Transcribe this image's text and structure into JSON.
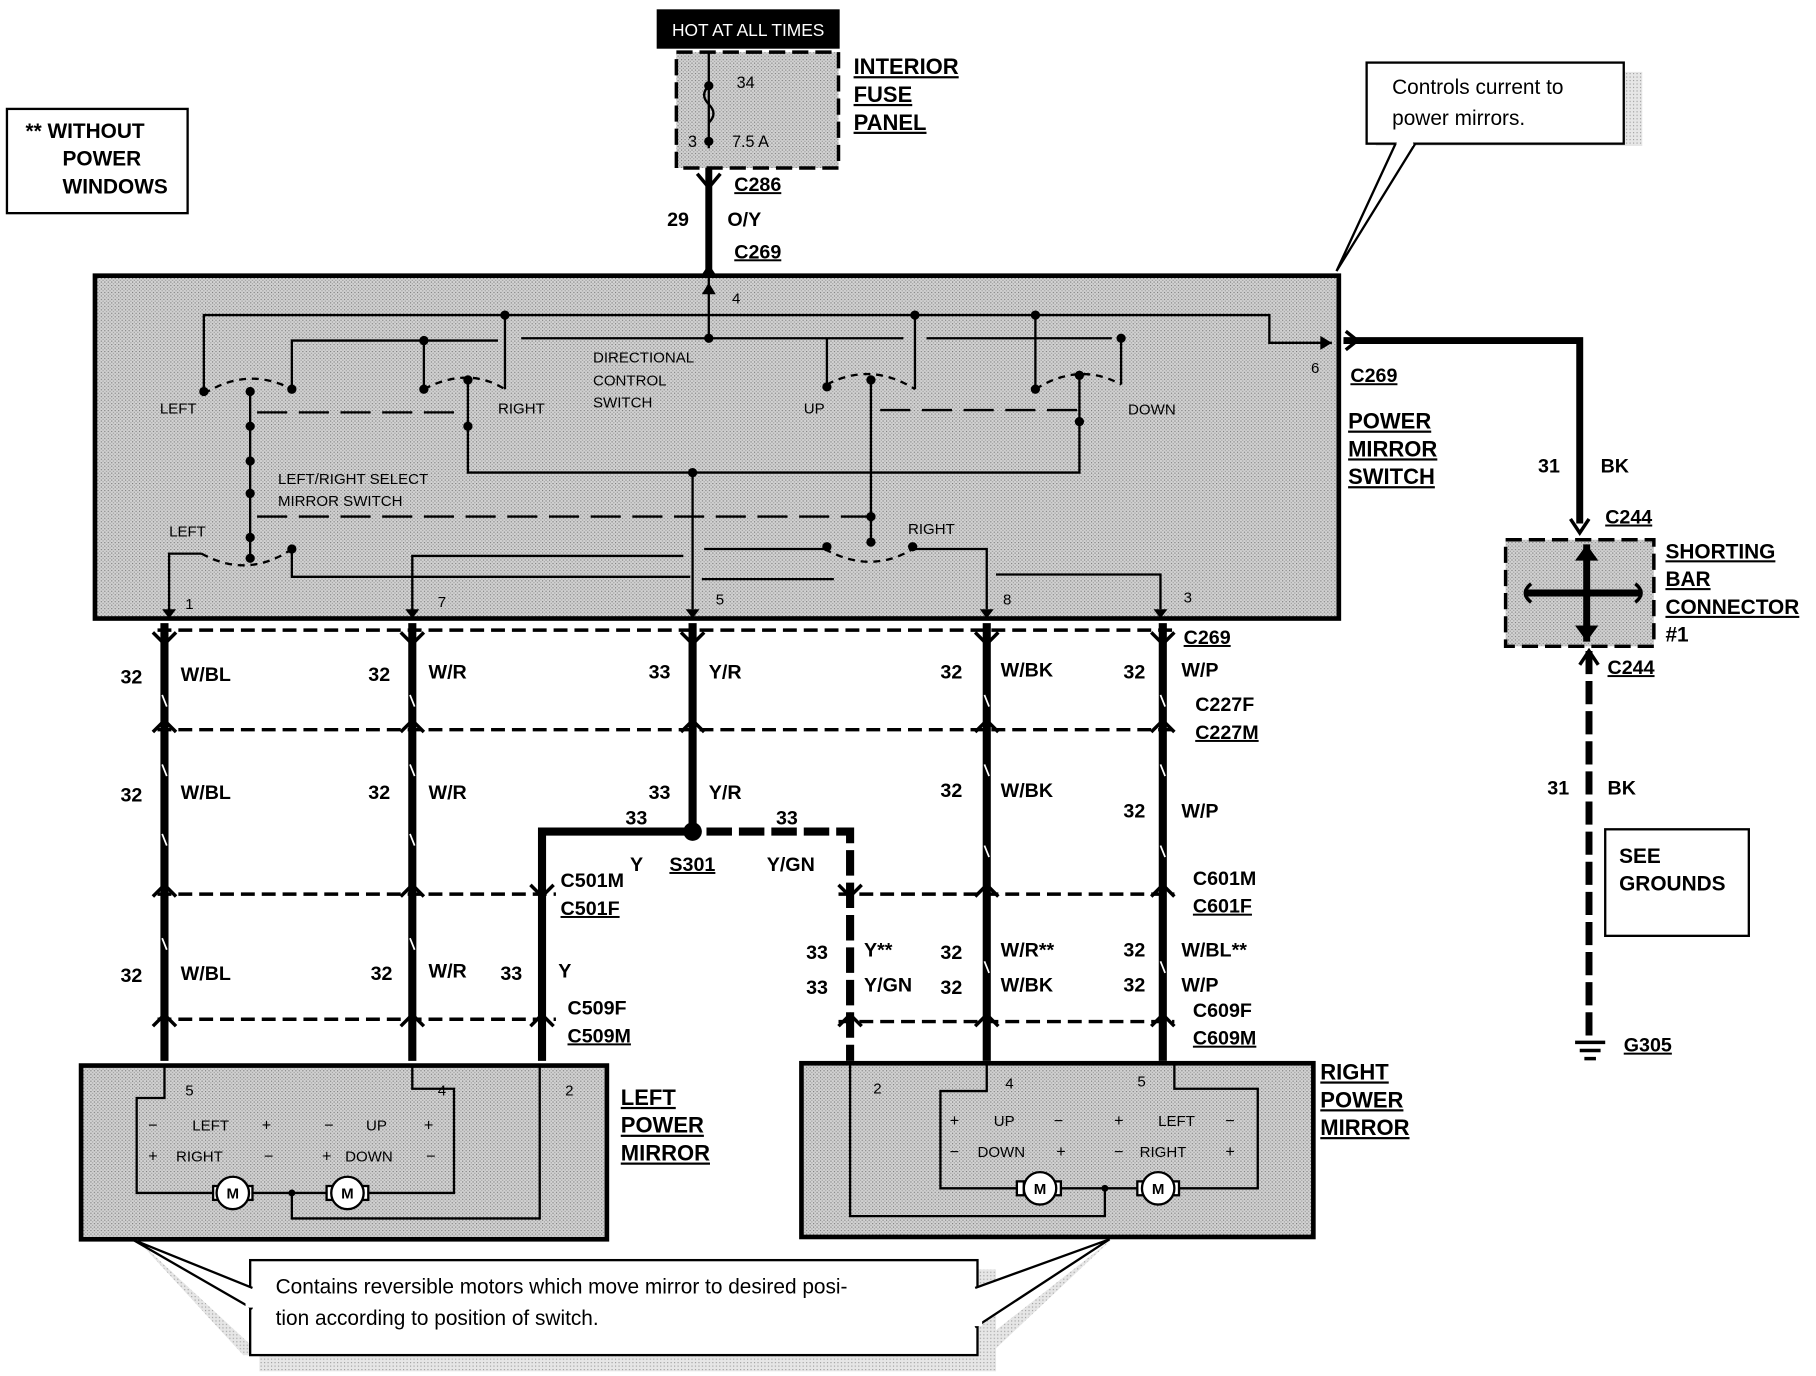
{
  "legend_box": {
    "line1": "** WITHOUT",
    "line2": "POWER",
    "line3": "WINDOWS"
  },
  "hot_label": "HOT AT ALL TIMES",
  "fuse": {
    "number": "34",
    "pin": "3",
    "rating": "7.5 A",
    "panel": [
      "INTERIOR",
      "FUSE",
      "PANEL"
    ]
  },
  "feed": {
    "c286": "C286",
    "circuit": "29",
    "color": "O/Y",
    "c269": "C269",
    "pin": "4"
  },
  "callout_top": {
    "line1": "Controls current to",
    "line2": "power mirrors."
  },
  "switch": {
    "title": [
      "POWER",
      "MIRROR",
      "SWITCH"
    ],
    "directional": [
      "DIRECTIONAL",
      "CONTROL",
      "SWITCH"
    ],
    "select": [
      "LEFT/RIGHT SELECT",
      "MIRROR SWITCH"
    ],
    "labels": {
      "left": "LEFT",
      "right": "RIGHT",
      "up": "UP",
      "down": "DOWN",
      "sel_left": "LEFT",
      "sel_right": "RIGHT"
    },
    "pins": {
      "p1": "1",
      "p7": "7",
      "p5": "5",
      "p8": "8",
      "p3": "3",
      "p6": "6"
    },
    "out_connector": "C269"
  },
  "ground_side": {
    "circuit": "31",
    "color": "BK",
    "c244_top": "C244",
    "shorting": [
      "SHORTING",
      "BAR",
      "CONNECTOR",
      "#1"
    ],
    "c244_bottom": "C244",
    "circuit2": "31",
    "color2": "BK",
    "see": [
      "SEE",
      "GROUNDS"
    ],
    "ground": "G305"
  },
  "wires": {
    "row1": {
      "c1": "32",
      "w1": "W/BL",
      "c2": "32",
      "w2": "W/R",
      "c3": "33",
      "w3": "Y/R",
      "c4": "32",
      "w4": "W/BK",
      "c5": "32",
      "w5": "W/P"
    },
    "row2": {
      "c1": "32",
      "w1": "W/BL",
      "c2": "32",
      "w2": "W/R",
      "c3": "33",
      "w3": "Y/R",
      "c4": "32",
      "w4": "W/BK",
      "c5": "32",
      "w5": "W/P"
    },
    "row3_left": {
      "c1": "32",
      "w1": "W/BL",
      "c2": "32",
      "w2": "W/R",
      "c3": "33",
      "w3": "Y"
    },
    "row3_right": {
      "a_c": "33",
      "a_w": "Y**",
      "b_c": "32",
      "b_w": "W/R**",
      "c_c": "32",
      "c_w": "W/BL**",
      "a2_c": "33",
      "a2_w": "Y/GN",
      "b2_c": "32",
      "b2_w": "W/BK",
      "c2_c": "32",
      "c2_w": "W/P"
    }
  },
  "connectors": {
    "c269": "C269",
    "c227f": "C227F",
    "c227m": "C227M",
    "c601m": "C601M",
    "c601f": "C601F",
    "c609f": "C609F",
    "c609m": "C609M",
    "c501m": "C501M",
    "c501f": "C501F",
    "c509f": "C509F",
    "c509m": "C509M"
  },
  "splice": {
    "name": "S301",
    "left_c": "33",
    "left_w": "Y",
    "right_c": "33",
    "right_w": "Y/GN"
  },
  "left_mirror": {
    "title": [
      "LEFT",
      "POWER",
      "MIRROR"
    ],
    "pins": {
      "a": "5",
      "b": "4",
      "c": "2"
    },
    "row1": {
      "m": "−",
      "l": "LEFT",
      "p": "+",
      "m2": "−",
      "l2": "UP",
      "p2": "+"
    },
    "row2": {
      "p": "+",
      "l": "RIGHT",
      "m": "−",
      "p2": "+",
      "l2": "DOWN",
      "m2": "−"
    },
    "motor": "M"
  },
  "right_mirror": {
    "title": [
      "RIGHT",
      "POWER",
      "MIRROR"
    ],
    "pins": {
      "a": "2",
      "b": "4",
      "c": "5"
    },
    "row1": {
      "p": "+",
      "l": "UP",
      "m": "−",
      "p2": "+",
      "l2": "LEFT",
      "m2": "−"
    },
    "row2": {
      "m": "−",
      "l": "DOWN",
      "p": "+",
      "m2": "−",
      "l2": "RIGHT",
      "p2": "+"
    },
    "motor": "M"
  },
  "callout_bottom": {
    "line1": "Contains reversible motors which move mirror to desired posi-",
    "line2": "tion according to position of switch."
  },
  "colors": {
    "line": "#000000",
    "shade": "#b4b4b4",
    "hot_bg": "#000000",
    "hot_fg": "#ffffff"
  }
}
